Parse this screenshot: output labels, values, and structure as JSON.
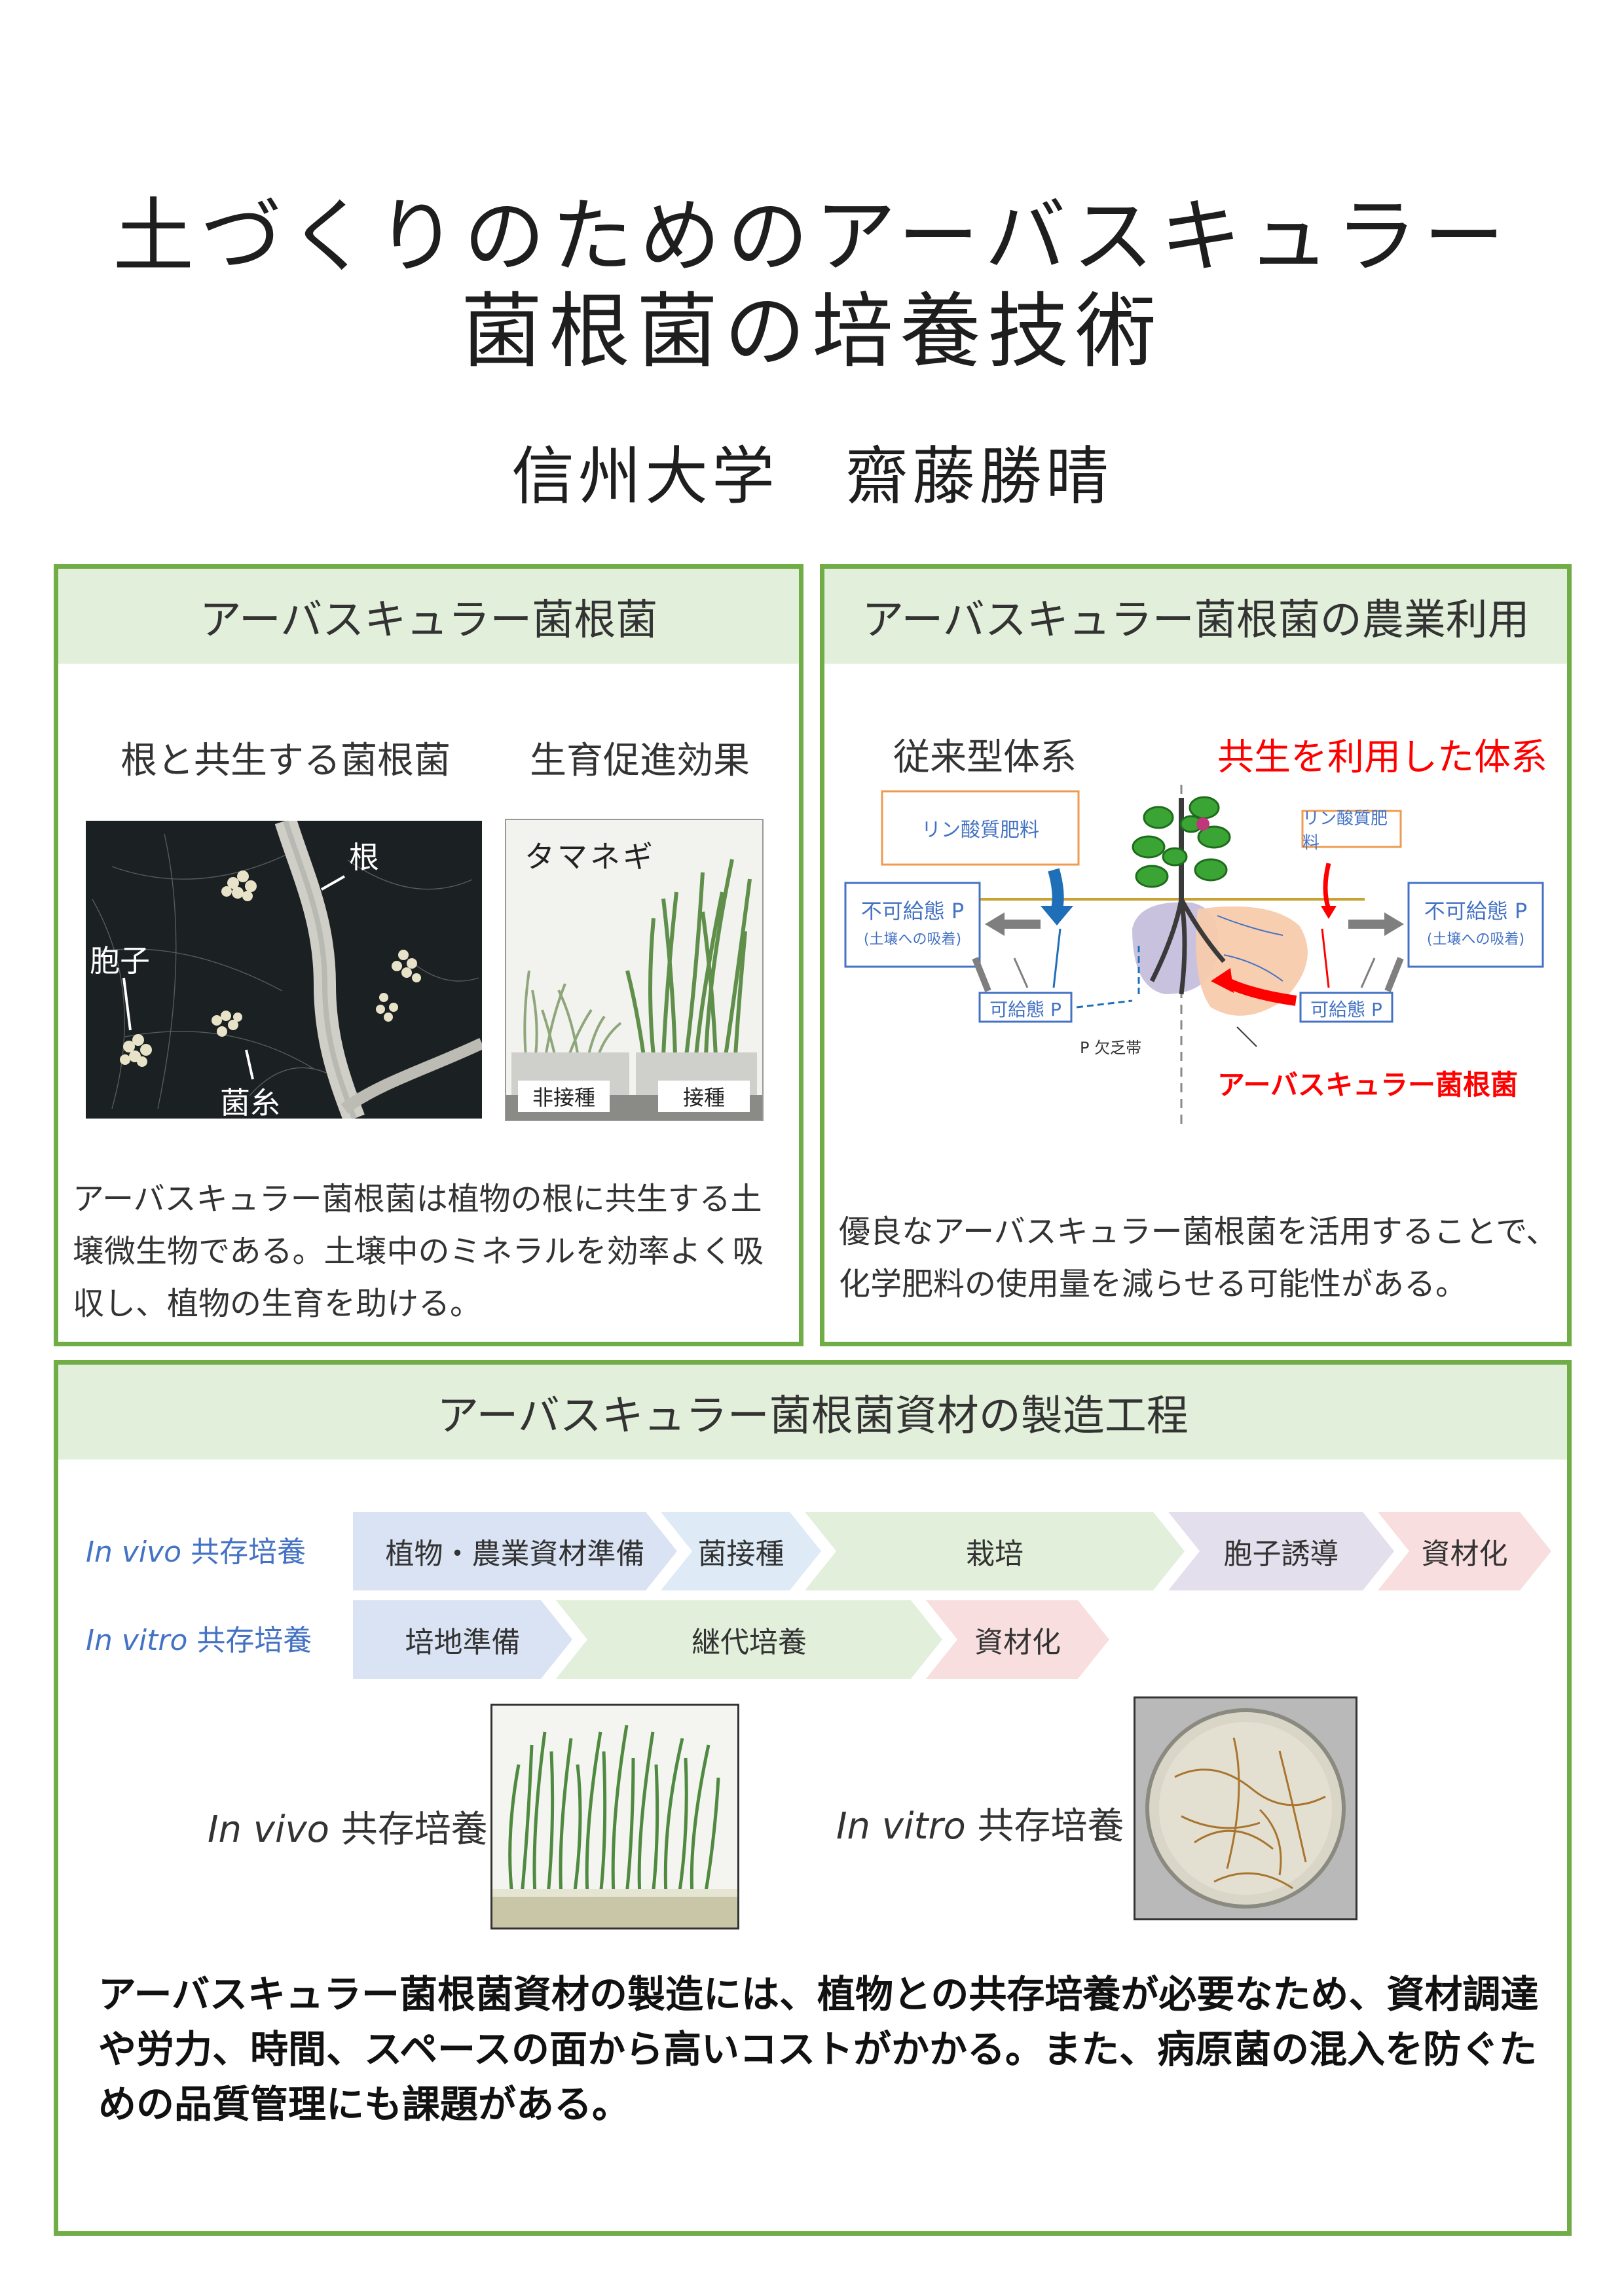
{
  "title_line1": "土づくりのためのアーバスキュラー",
  "title_line2": "菌根菌の培養技術",
  "author": "信州大学　齋藤勝晴",
  "panel1": {
    "heading": "アーバスキュラー菌根菌",
    "sub_left": "根と共生する菌根菌",
    "sub_right": "生育促進効果",
    "photo1_labels": {
      "root": "根",
      "spore": "胞子",
      "hypha": "菌糸"
    },
    "photo2_labels": {
      "plant": "タマネギ",
      "non_inoculated": "非接種",
      "inoculated": "接種"
    },
    "body": "アーバスキュラー菌根菌は植物の根に共生する土壌微生物である。土壌中のミネラルを効率よく吸収し、植物の生育を助ける。"
  },
  "panel2": {
    "heading": "アーバスキュラー菌根菌の農業利用",
    "sub_left": "従来型体系",
    "sub_right": "共生を利用した体系",
    "diagram": {
      "fert_left": "リン酸質肥料",
      "fert_right": "リン酸質肥料",
      "unavail_left": "不可給態 P",
      "unavail_left_sub": "(土壌への吸着)",
      "unavail_right": "不可給態 P",
      "unavail_right_sub": "(土壌への吸着)",
      "avail_left": "可給態 P",
      "avail_right": "可給態 P",
      "depletion": "P 欠乏帯",
      "amf": "アーバスキュラー菌根菌"
    },
    "body": "優良なアーバスキュラー菌根菌を活用することで、化学肥料の使用量を減らせる可能性がある。"
  },
  "panel3": {
    "heading": "アーバスキュラー菌根菌資材の製造工程",
    "row1_label_italic": "In vivo",
    "row1_label_rest": " 共存培養",
    "row1_steps": [
      "植物・農業資材準備",
      "菌接種",
      "栽培",
      "胞子誘導",
      "資材化"
    ],
    "row2_label_italic": "In vitro",
    "row2_label_rest": " 共存培養",
    "row2_steps": [
      "培地準備",
      "継代培養",
      "資材化"
    ],
    "cap1_italic": "In vivo",
    "cap1_rest": " 共存培養",
    "cap2_italic": "In vitro",
    "cap2_rest": " 共存培養",
    "conclusion": "アーバスキュラー菌根菌資材の製造には、植物との共存培養が必要なため、資材調達や労力、時間、スペースの面から高いコストがかかる。また、病原菌の混入を防ぐための品質管理にも課題がある。"
  },
  "colors": {
    "panel_border": "#70ad47",
    "panel_head_bg": "#e2efda",
    "accent_red": "#ff0000",
    "accent_blue": "#4472c4",
    "step_blue": "#dae3f3",
    "step_cyan": "#deebf7",
    "step_green": "#e2efda",
    "step_purple": "#e4dfec",
    "step_pink": "#f8dede"
  }
}
